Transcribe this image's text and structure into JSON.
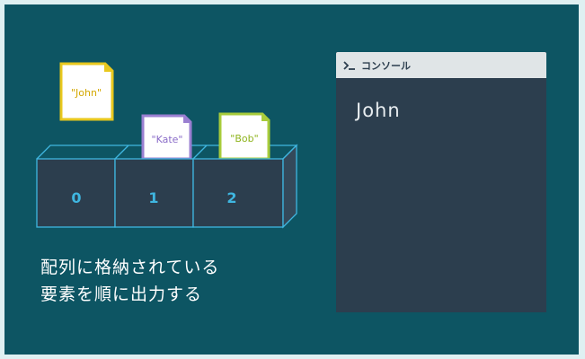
{
  "array": {
    "boxes": [
      {
        "index": "0",
        "value": null
      },
      {
        "index": "1",
        "value": "\"Kate\""
      },
      {
        "index": "2",
        "value": "\"Bob\""
      }
    ],
    "lifted_card": "\"John\""
  },
  "caption": {
    "line1": "配列に格納されている",
    "line2": "要素を順に出力する"
  },
  "console": {
    "title": "コンソール",
    "output": "John"
  },
  "colors": {
    "background": "#0d5563",
    "box_stroke": "#3fb6e0",
    "box_fill": "#2c3e4e",
    "john_card": "#e8c81e",
    "kate_card": "#9a7fd1",
    "bob_card": "#a8cc3c"
  }
}
